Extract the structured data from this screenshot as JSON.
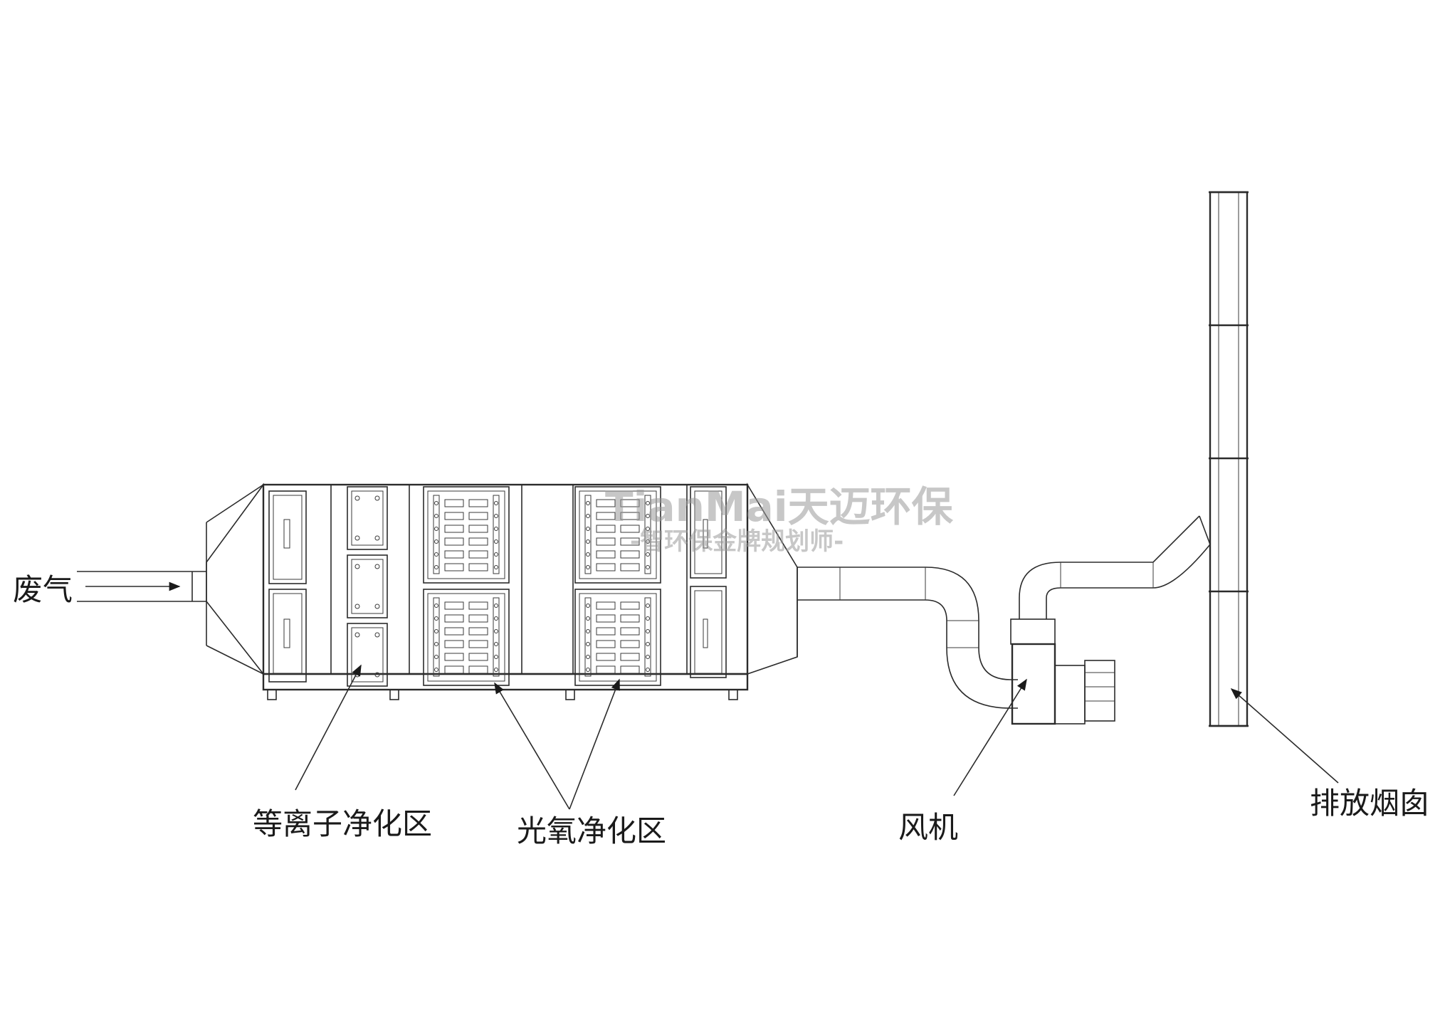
{
  "labels": {
    "inlet": "废气",
    "plasma_zone": "等离子净化区",
    "photo_oxygen_zone": "光氧净化区",
    "fan": "风机",
    "chimney": "排放烟囱"
  },
  "watermark": {
    "line1": "TianMai天迈环保",
    "line2": "-智环保金牌规划师-"
  }
}
